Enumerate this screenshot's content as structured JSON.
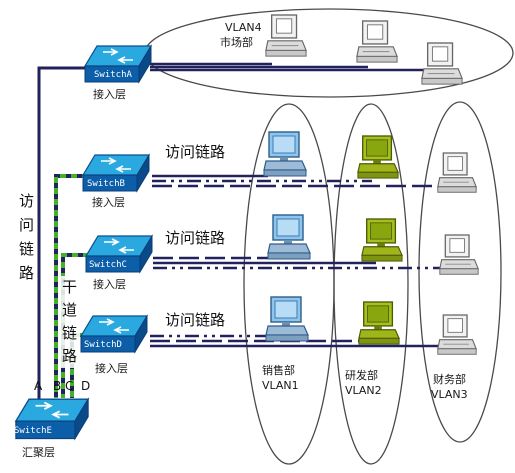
{
  "colors": {
    "switch_top": "#1f9bd6",
    "switch_face": "#0c5ea8",
    "line_navy": "#22225e",
    "trunk_green": "#43b229",
    "pc_blue": "#8ec5ee",
    "pc_green": "#96ad16",
    "pc_grey": "#e8e8e8"
  },
  "switches": {
    "a": {
      "name": "SwitchA",
      "layer": "接入层"
    },
    "b": {
      "name": "SwitchB",
      "layer": "接入层"
    },
    "c": {
      "name": "SwitchC",
      "layer": "接入层"
    },
    "d": {
      "name": "SwitchD",
      "layer": "接入层"
    },
    "e": {
      "name": "SwitchE",
      "layer": "汇聚层"
    }
  },
  "links": {
    "access": "访问链路",
    "vertical_access": [
      "访",
      "问",
      "链",
      "路"
    ],
    "trunk": [
      "干",
      "道",
      "链",
      "路"
    ]
  },
  "ports": [
    "A",
    "B",
    "C",
    "D"
  ],
  "vlans": {
    "vlan4": {
      "name": "VLAN4",
      "dept": "市场部"
    },
    "sales": {
      "dept": "销售部",
      "name": "VLAN1"
    },
    "rd": {
      "dept": "研发部",
      "name": "VLAN2"
    },
    "finance": {
      "dept": "财务部",
      "name": "VLAN3"
    }
  },
  "icons": {
    "switch": "switch-icon",
    "pc": "computer-icon"
  }
}
